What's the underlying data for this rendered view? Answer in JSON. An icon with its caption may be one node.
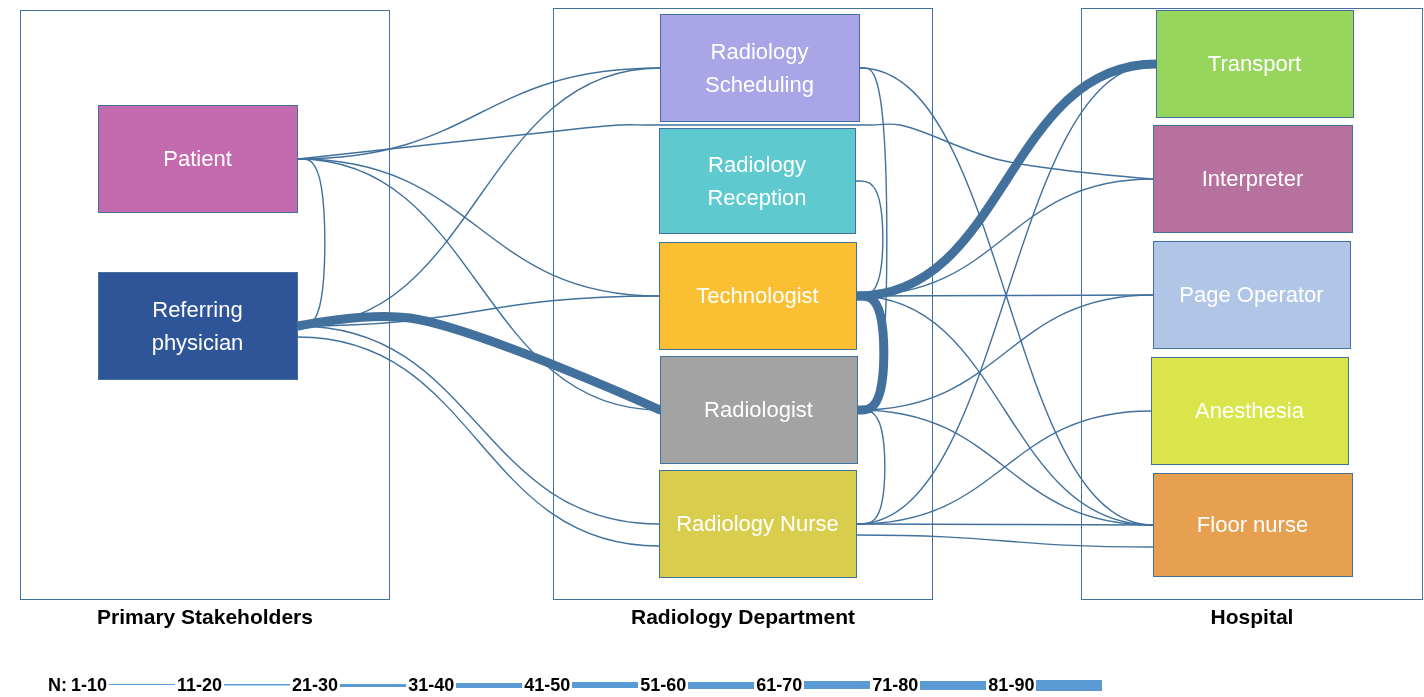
{
  "diagram": {
    "nodes": [
      {
        "text": [
          "Primary Stakeholders"
        ]
      },
      {
        "text": [
          "Patient"
        ],
        "in": 0
      },
      {
        "text": [
          "Referring physician"
        ],
        "in": 0
      },
      {
        "text": [
          "Radiology Department"
        ]
      },
      {
        "text": [
          "Radiology Scheduling"
        ],
        "in": 3
      },
      {
        "text": [
          "Radiology Reception"
        ],
        "in": 3
      },
      {
        "text": [
          "Technologist"
        ],
        "in": 3
      },
      {
        "text": [
          "Radiologist"
        ],
        "in": 3
      },
      {
        "text": [
          "Radiology Nurse"
        ],
        "in": 3
      },
      {
        "text": [
          "Hospital"
        ]
      },
      {
        "text": [
          "Transport"
        ],
        "in": 9
      },
      {
        "text": [
          "Interpreter"
        ],
        "in": 9
      },
      {
        "text": [
          "Page Operator"
        ],
        "in": 9
      },
      {
        "text": [
          "Anesthesia"
        ],
        "in": 9
      },
      {
        "text": [
          "Floor nurse"
        ],
        "in": 9
      }
    ],
    "edges": [
      {
        "from": 1,
        "to": 4,
        "arrow": "none"
      },
      {
        "from": 1,
        "to": 6,
        "arrow": "none"
      },
      {
        "from": 1,
        "to": 7,
        "arrow": "none"
      },
      {
        "from": 1,
        "to": 11,
        "arrow": "none"
      },
      {
        "from": 1,
        "to": 2,
        "arrow": "none"
      },
      {
        "from": 2,
        "to": 4,
        "arrow": "none"
      },
      {
        "from": 2,
        "to": 6,
        "arrow": "none"
      },
      {
        "from": 2,
        "to": 7,
        "arrow": "none",
        "style": "thick"
      },
      {
        "from": 2,
        "to": 8,
        "arrow": "none"
      },
      {
        "from": 2,
        "to": 8,
        "arrow": "none"
      },
      {
        "from": 4,
        "to": 7,
        "arrow": "none"
      },
      {
        "from": 4,
        "to": 14,
        "arrow": "none"
      },
      {
        "from": 5,
        "to": 6,
        "arrow": "none"
      },
      {
        "from": 6,
        "to": 10,
        "arrow": "none",
        "style": "thick"
      },
      {
        "from": 6,
        "to": 7,
        "arrow": "none",
        "style": "thick"
      },
      {
        "from": 6,
        "to": 11,
        "arrow": "none"
      },
      {
        "from": 6,
        "to": 12,
        "arrow": "none"
      },
      {
        "from": 6,
        "to": 14,
        "arrow": "none"
      },
      {
        "from": 7,
        "to": 12,
        "arrow": "none"
      },
      {
        "from": 7,
        "to": 14,
        "arrow": "none"
      },
      {
        "from": 7,
        "to": 8,
        "arrow": "none"
      },
      {
        "from": 8,
        "to": 10,
        "arrow": "none"
      },
      {
        "from": 8,
        "to": 13,
        "arrow": "none"
      },
      {
        "from": 8,
        "to": 14,
        "arrow": "none"
      },
      {
        "from": 8,
        "to": 14,
        "arrow": "none"
      }
    ],
    "labels": [
      "N:"
    ],
    "legend": [
      {
        "text": "1-10"
      },
      {
        "text": "11-20"
      },
      {
        "text": "21-30"
      },
      {
        "text": "31-40"
      },
      {
        "text": "41-50"
      },
      {
        "text": "51-60"
      },
      {
        "text": "61-70"
      },
      {
        "text": "71-80"
      },
      {
        "text": "81-90"
      }
    ]
  }
}
